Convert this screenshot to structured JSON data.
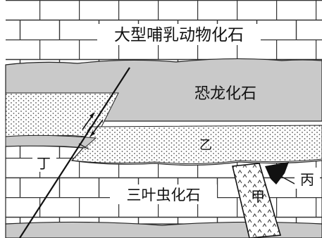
{
  "labels": {
    "mammal_fossil": "大型哺乳动物化石",
    "dinosaur_fossil": "恐龙化石",
    "trilobite_fossil": "三叶虫化石",
    "yi": "乙",
    "ding": "丁",
    "jia": "甲",
    "bing": "丙"
  },
  "colors": {
    "background": "#ffffff",
    "gray_layer": "#c9c9c9",
    "line": "#111111",
    "dot_pattern": "#555555"
  }
}
